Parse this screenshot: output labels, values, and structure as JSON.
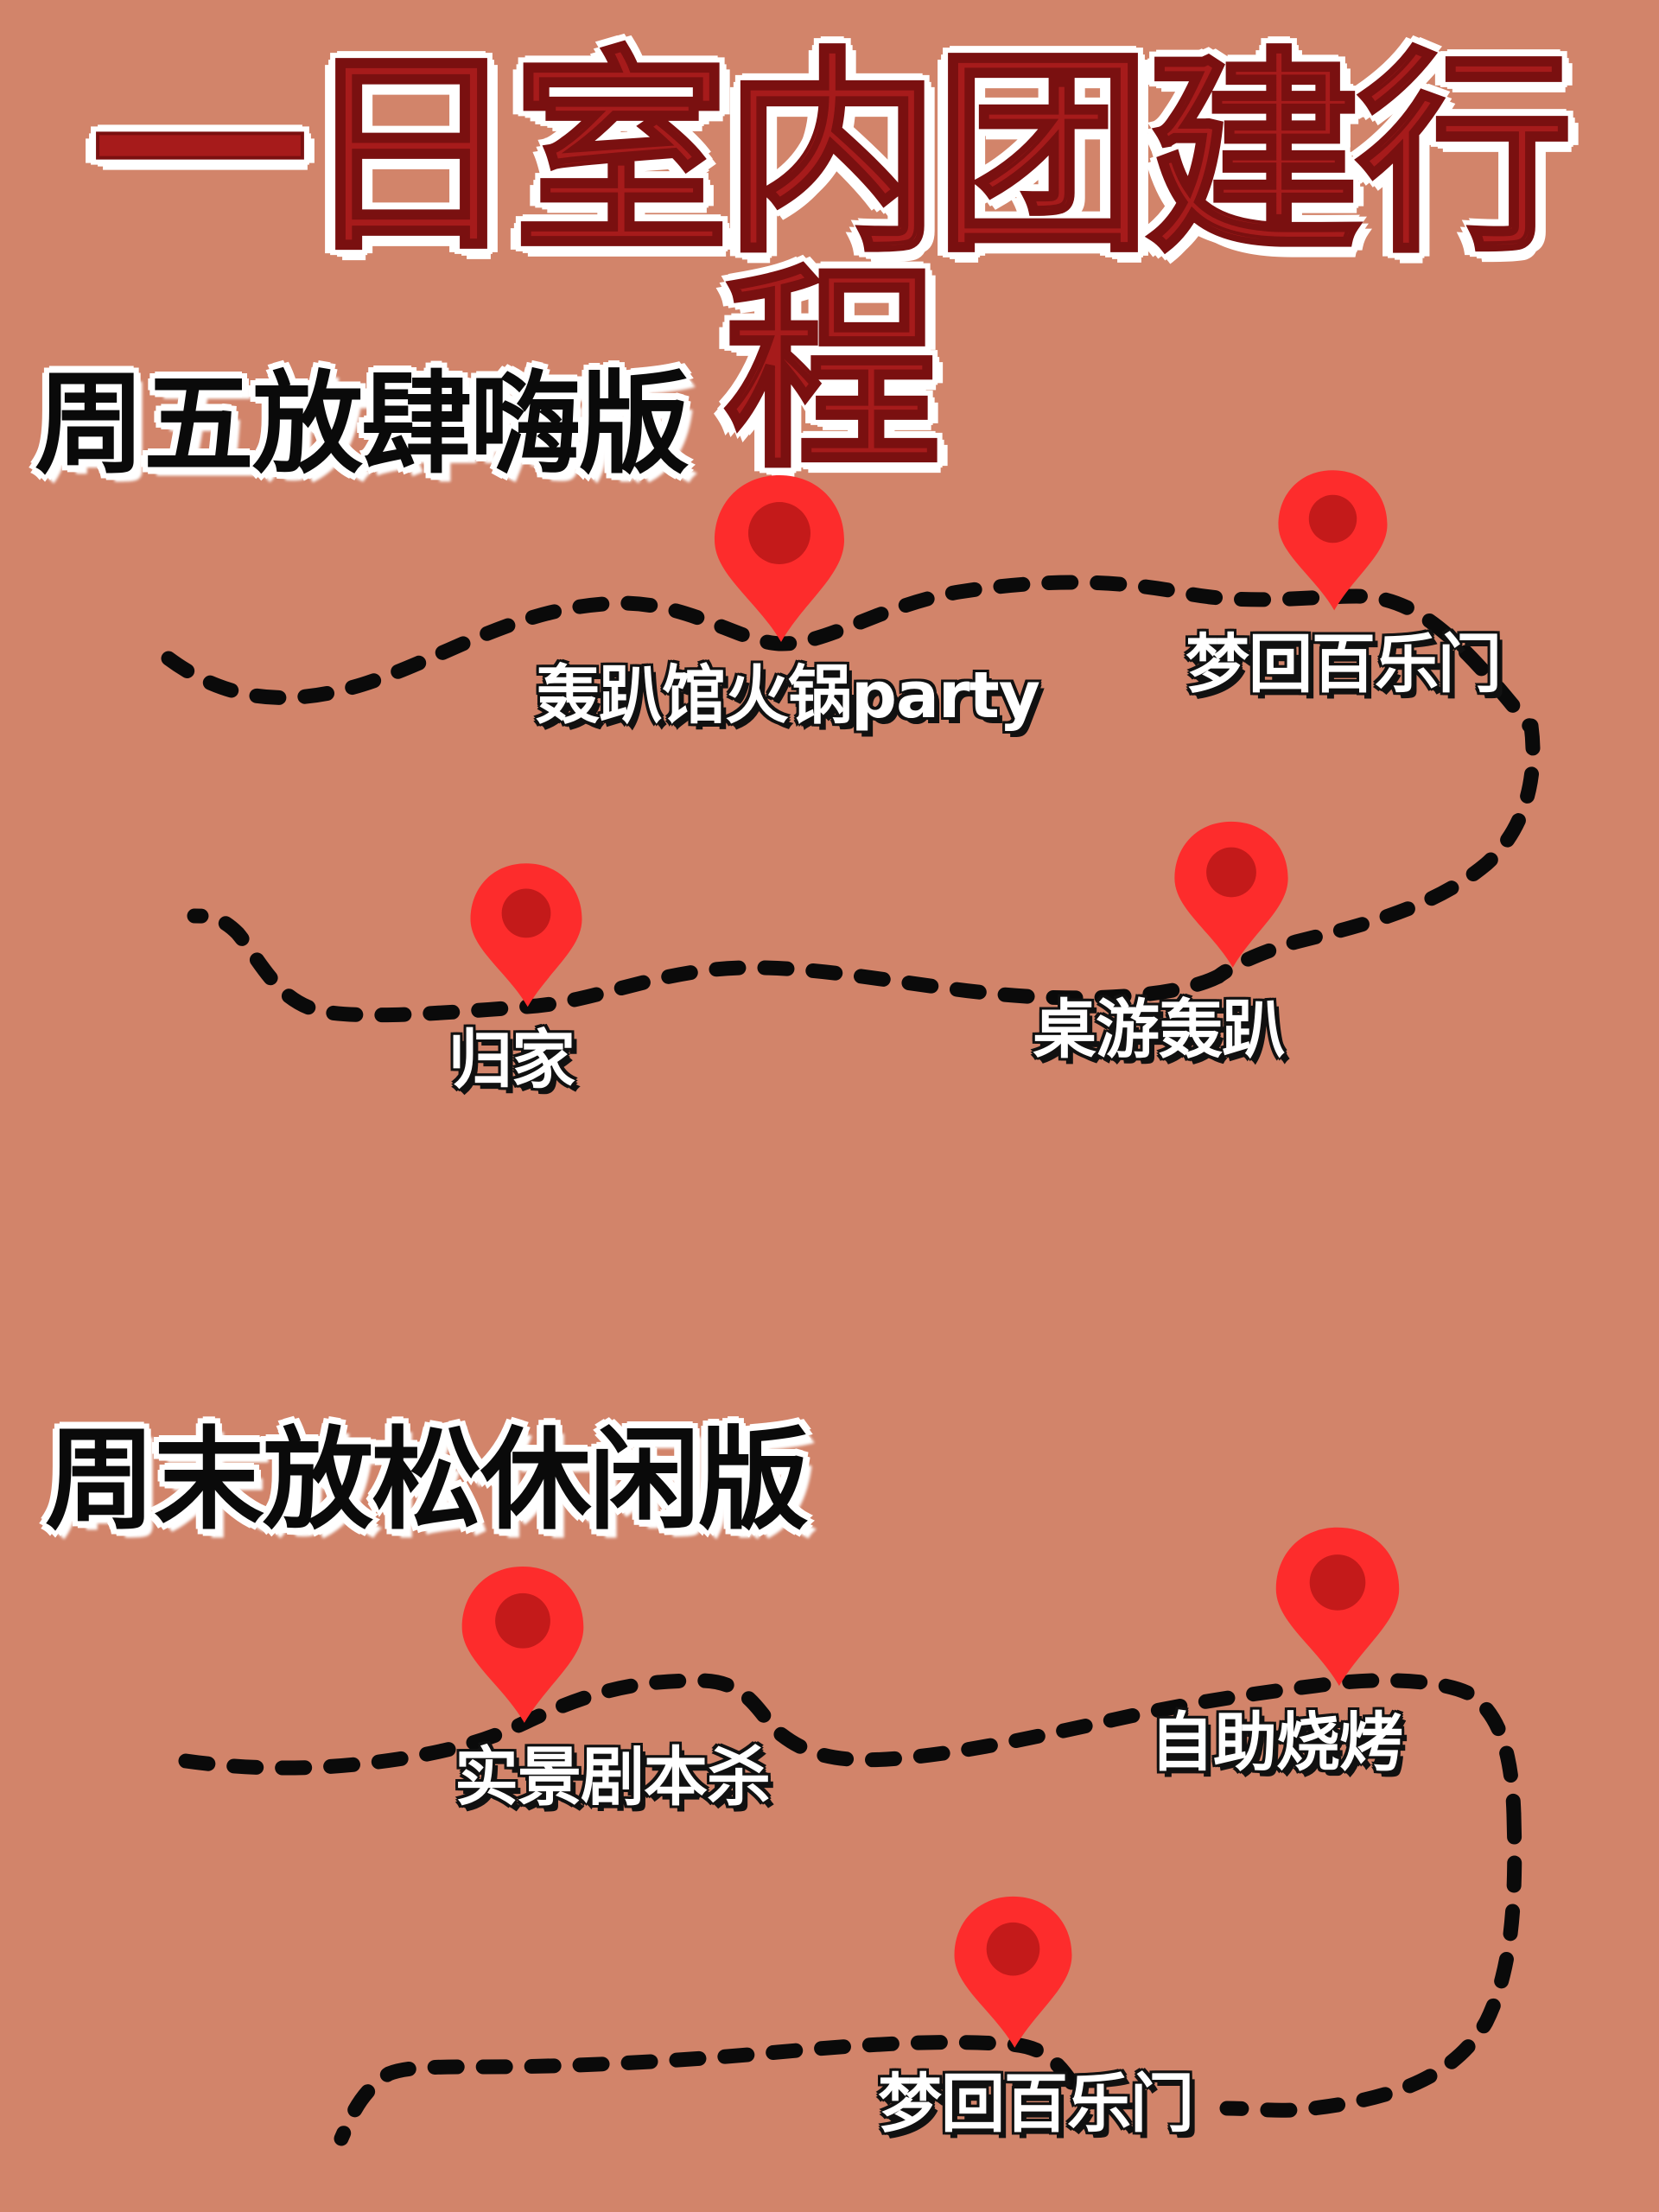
{
  "title": "一日室内团建行程",
  "colors": {
    "background": "#d2846a",
    "title_fill": "#a61b1b",
    "pin_outer": "#fd2c2c",
    "pin_inner": "#c41a1a",
    "route_dash": "#0a0a0a"
  },
  "sections": [
    {
      "heading": "周五放肆嗨版",
      "stops": [
        {
          "label": "轰趴馆火锅party",
          "icon": "map-pin-icon"
        },
        {
          "label": "梦回百乐门",
          "icon": "map-pin-icon"
        },
        {
          "label": "桌游轰趴",
          "icon": "map-pin-icon"
        },
        {
          "label": "归家",
          "icon": "map-pin-icon"
        }
      ]
    },
    {
      "heading": "周末放松休闲版",
      "stops": [
        {
          "label": "实景剧本杀",
          "icon": "map-pin-icon"
        },
        {
          "label": "自助烧烤",
          "icon": "map-pin-icon"
        },
        {
          "label": "梦回百乐门",
          "icon": "map-pin-icon"
        }
      ]
    }
  ]
}
